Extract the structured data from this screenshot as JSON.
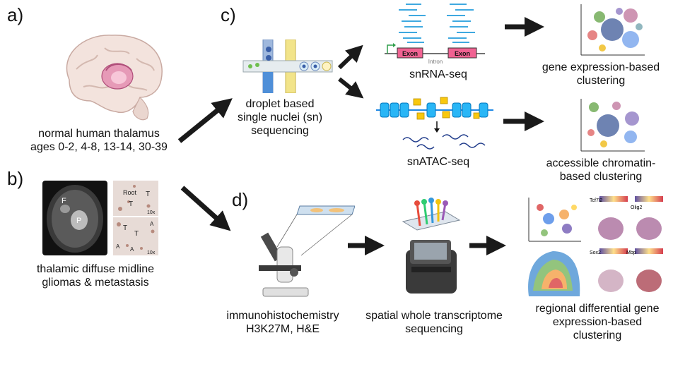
{
  "panels": {
    "a": {
      "label": "a)",
      "caption_line1": "normal human thalamus",
      "caption_line2": "ages 0-2, 4-8, 13-14, 30-39"
    },
    "b": {
      "label": "b)",
      "caption_line1": "thalamic diffuse midline",
      "caption_line2": "gliomas & metastasis",
      "mri_labels": [
        "F",
        "P"
      ],
      "histo_top": {
        "labels": [
          "Root",
          "T",
          "T"
        ],
        "mag": "10x"
      },
      "histo_bottom": {
        "labels": [
          "T",
          "T",
          "A",
          "A",
          "A"
        ],
        "mag": "10x"
      }
    },
    "c": {
      "label": "c)",
      "droplet_caption": [
        "droplet based",
        "single nuclei (sn)",
        "sequencing"
      ],
      "rna": {
        "exon1": "Exon",
        "intron": "Intron",
        "exon2": "Exon",
        "caption": "snRNA-seq"
      },
      "atac": {
        "caption": "snATAC-seq"
      },
      "outputs": [
        {
          "caption_line1": "gene expression-based",
          "caption_line2": "clustering"
        },
        {
          "caption_line1": "accessible chromatin-",
          "caption_line2": "based clustering"
        }
      ]
    },
    "d": {
      "label": "d)",
      "ihc_caption": [
        "immunohistochemistry",
        "H3K27M, H&E"
      ],
      "spatial_caption": [
        "spatial whole transcriptome",
        "sequencing"
      ],
      "result_caption": [
        "regional differential gene",
        "expression-based",
        "clustering"
      ],
      "heatmap_labels": {
        "tcf7l2": "Tcf7l2",
        "olig2": "Olig2",
        "sox2": "Sox2",
        "mbp": "Mbp"
      }
    }
  },
  "colors": {
    "arrow": "#1a1a1a",
    "exon": "#f06292",
    "rna_lines": "#3fa9e0",
    "dna": "#1e88e5",
    "nucleosome": "#29b6f6",
    "tn5": "#f9c80e"
  }
}
